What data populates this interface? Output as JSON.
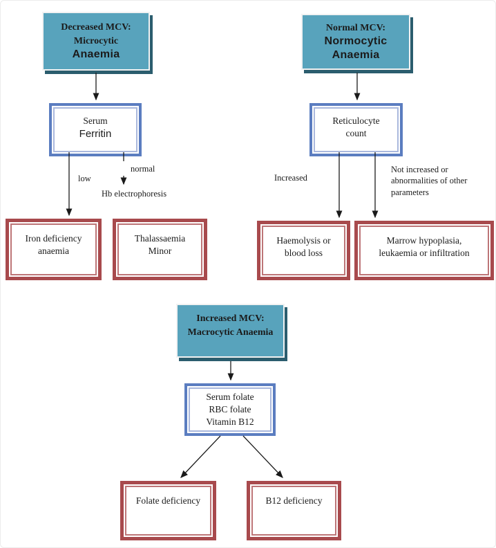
{
  "colors": {
    "header_fill": "#58a3bc",
    "header_shadow": "#2b5d6e",
    "test_border": "#5b7dc0",
    "test_border_inner": "#aab8dd",
    "outcome_border": "#a84a4d",
    "outcome_border_inner": "#bd7577",
    "connector": "#1a1a1a",
    "background": "#ffffff"
  },
  "microcytic": {
    "header_serif": "Decreased MCV:\nMicrocytic",
    "header_sans": "Anaemia",
    "test_serif": "Serum",
    "test_sans": "Ferritin",
    "branch_low": "low",
    "branch_normal": "normal",
    "electrophoresis": "Hb electrophoresis",
    "outcome_iron": "Iron deficiency\nanaemia",
    "outcome_thalassaemia": "Thalassaemia\nMinor"
  },
  "normocytic": {
    "header_serif": "Normal MCV:",
    "header_sans": "Normocytic\nAnaemia",
    "test_serif": "Reticulocyte\ncount",
    "branch_increased": "Increased",
    "branch_not_increased": "Not increased or\nabnormalities of other\nparameters",
    "outcome_haemolysis": "Haemolysis or\nblood loss",
    "outcome_marrow": "Marrow hypoplasia,\nleukaemia or infiltration"
  },
  "macrocytic": {
    "header_serif": "Increased MCV:\nMacrocytic Anaemia",
    "test_serif": "Serum folate\nRBC folate\nVitamin B12",
    "outcome_folate": "Folate deficiency",
    "outcome_b12": "B12 deficiency"
  }
}
